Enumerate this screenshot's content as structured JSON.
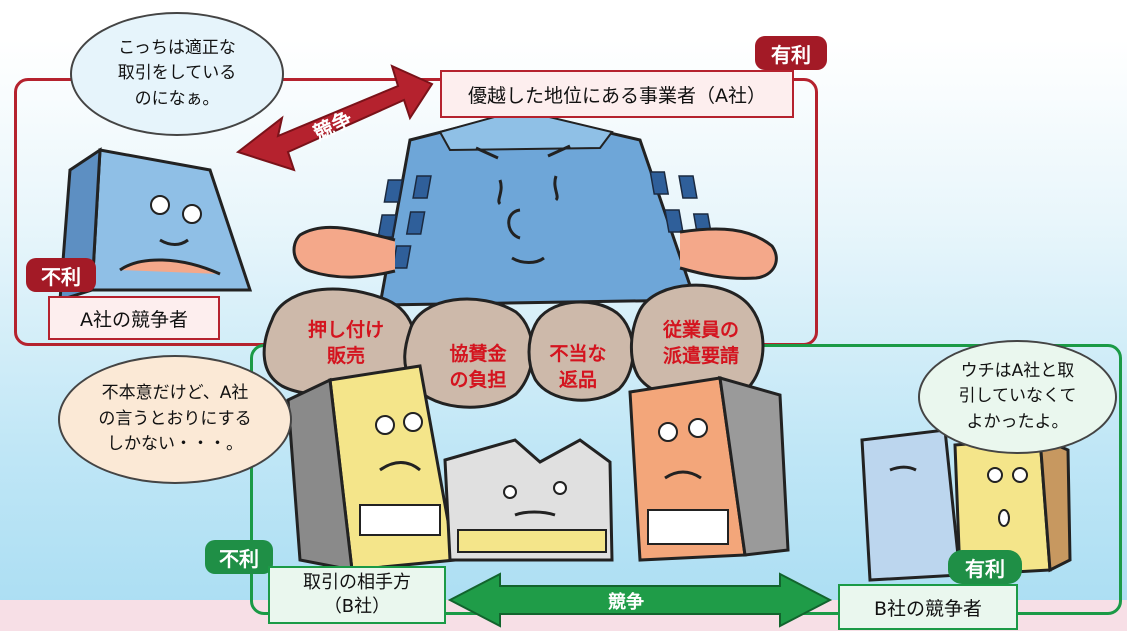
{
  "top_panel": {
    "badge_advantage": "有利",
    "dominant_firm_label": "優越した地位にある事業者（A社）",
    "competition_label": "競争",
    "competitor_badge": "不利",
    "competitor_label": "A社の競争者",
    "competitor_speech": "こっちは適正な\n取引をしている\nのになぁ。"
  },
  "abuse_examples": [
    {
      "label": "押し付け\n販売"
    },
    {
      "label": "協賛金\nの負担"
    },
    {
      "label": "不当な\n返品"
    },
    {
      "label": "従業員の\n派遣要請"
    }
  ],
  "bottom_panel": {
    "partner_badge": "不利",
    "partner_label": "取引の相手方\n（B社）",
    "partner_speech": "不本意だけど、A社\nの言うとおりにする\nしかない・・・。",
    "competition_label": "競争",
    "competitor_badge": "有利",
    "competitor_label": "B社の競争者",
    "competitor_speech": "ウチはA社と取\n引していなくて\nよかったよ。"
  },
  "colors": {
    "red_frame": "#b5222e",
    "green_frame": "#1b9a46",
    "rock_text": "#d4141f"
  }
}
